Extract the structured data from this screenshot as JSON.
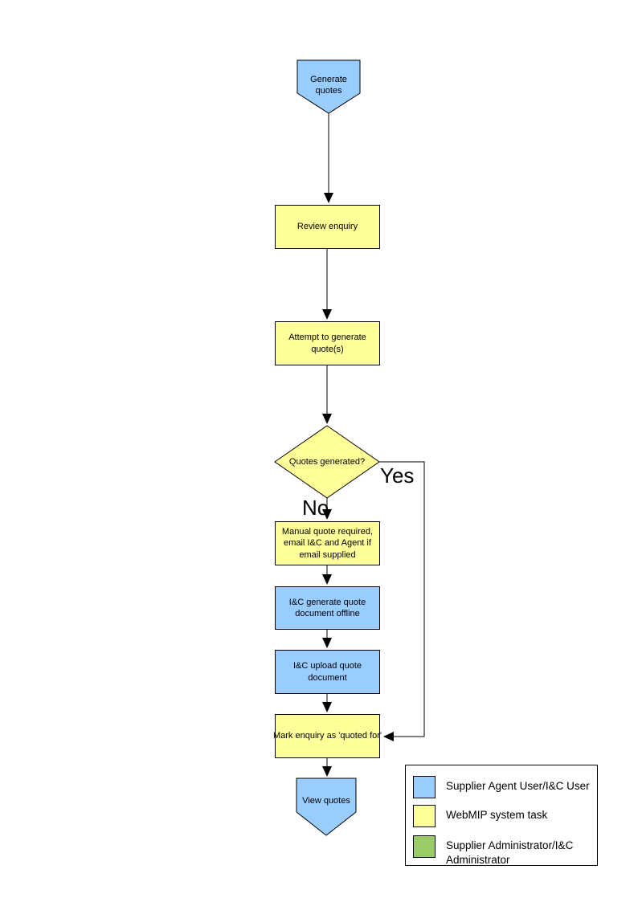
{
  "flowchart": {
    "nodes": {
      "generate_quotes": {
        "label": "Generate quotes",
        "type": "off-page-connector",
        "fill": "#99CCFF"
      },
      "review_enquiry": {
        "label": "Review enquiry",
        "type": "process",
        "fill": "#FFFF99"
      },
      "attempt_generate": {
        "label": "Attempt to generate quote(s)",
        "type": "process",
        "fill": "#FFFF99"
      },
      "quotes_generated": {
        "label": "Quotes generated?",
        "type": "decision",
        "fill": "#FFFF99"
      },
      "manual_quote": {
        "label": "Manual quote required, email I&C and Agent if email supplied",
        "type": "process",
        "fill": "#FFFF99"
      },
      "ic_generate_offline": {
        "label": "I&C generate quote document offline",
        "type": "process",
        "fill": "#99CCFF"
      },
      "ic_upload": {
        "label": "I&C upload quote document",
        "type": "process",
        "fill": "#99CCFF"
      },
      "mark_enquiry": {
        "label": "Mark enquiry as 'quoted for'",
        "type": "process",
        "fill": "#FFFF99"
      },
      "view_quotes": {
        "label": "View quotes",
        "type": "off-page-connector",
        "fill": "#99CCFF"
      }
    },
    "branch_labels": {
      "yes": "Yes",
      "no": "No"
    },
    "legend": {
      "items": [
        {
          "label": "Supplier Agent User/I&C User",
          "color": "#99CCFF"
        },
        {
          "label": "WebMIP system task",
          "color": "#FFFF99"
        },
        {
          "label": "Supplier Administrator/I&C Administrator",
          "color": "#99CC66"
        }
      ]
    },
    "line_color": "#000000"
  }
}
